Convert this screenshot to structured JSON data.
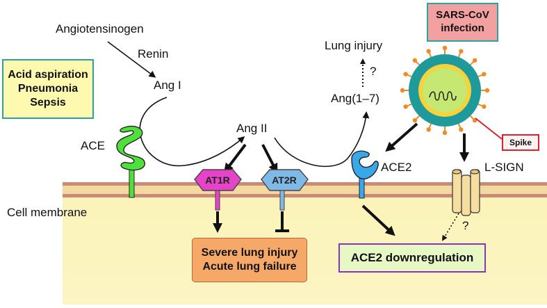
{
  "labels": {
    "angiotensinogen": "Angiotensinogen",
    "renin": "Renin",
    "ang1": "Ang I",
    "ang2": "Ang II",
    "ang17": "Ang(1–7)",
    "lung_injury": "Lung injury",
    "question_upper": "?",
    "question_lower": "?",
    "ace": "ACE",
    "ace2": "ACE2",
    "l_sign": "L-SIGN",
    "cell_membrane": "Cell membrane",
    "at1r": "AT1R",
    "at2r": "AT2R",
    "spike": "Spike"
  },
  "boxes": {
    "causes": [
      "Acid aspiration",
      "Pneumonia",
      "Sepsis"
    ],
    "sars": [
      "SARS-CoV",
      "infection"
    ],
    "outcome": [
      "Severe lung injury",
      "Acute lung failure"
    ],
    "downregulation": "ACE2 downregulation"
  },
  "colors": {
    "membrane_outer": "#c98a77",
    "membrane_inner": "#f2d9a0",
    "cytoplasm": "#fbf2b3",
    "ace": "#4fe03c",
    "ace2": "#39a7e8",
    "at1r": "#e543c8",
    "at2r": "#7fb9e8",
    "causes_box_fill": "#fdfab0",
    "causes_box_border": "#2aa3a3",
    "sars_box_fill": "#f3a0a0",
    "sars_box_border": "#2aa3a3",
    "outcome_box_fill": "#f6a868",
    "downreg_box_fill": "#e8f8c4",
    "downreg_box_border": "#8a35b5",
    "spike_box_border": "#e0202a",
    "virus_shell": "#1f9a9a",
    "virus_ring": "#f7d23a",
    "virus_core": "#c5e872",
    "virus_spikes": "#f08a22"
  },
  "icons": {
    "ace": "ace-receptor-icon",
    "ace2": "ace2-receptor-icon",
    "at1r": "at1r-hexagon-icon",
    "at2r": "at2r-hexagon-icon",
    "virus": "sars-cov-virus-icon",
    "l_sign": "l-sign-channel-icon"
  }
}
